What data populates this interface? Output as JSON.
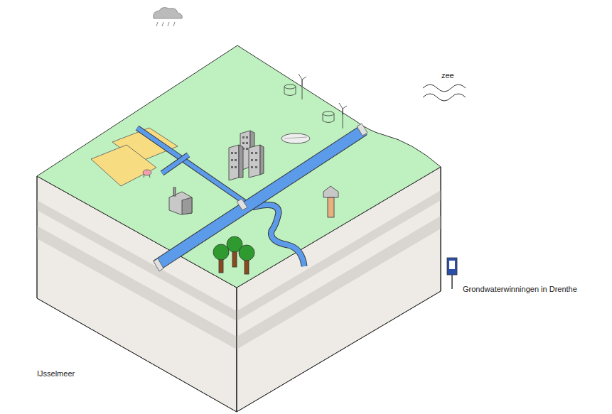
{
  "diagram": {
    "labels": [
      "zee",
      "Grondwaterwinningen in Drenthe",
      "IJsselmeer"
    ]
  }
}
